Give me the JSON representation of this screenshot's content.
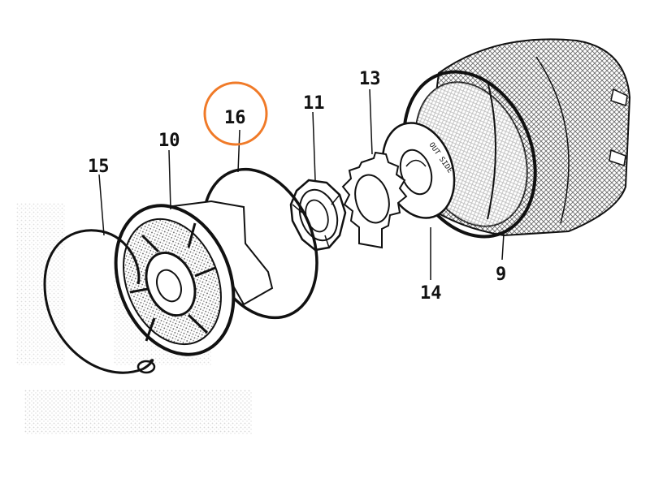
{
  "colors": {
    "ink": "#111111",
    "highlight": "#f07a28",
    "paper": "#ffffff",
    "mesh": "#6b6b6b"
  },
  "labels": {
    "part_15": "15",
    "part_10": "10",
    "part_16": "16",
    "part_11": "11",
    "part_13": "13",
    "part_14": "14",
    "part_9": "9"
  },
  "washer_text": "OUT SIDE",
  "highlighted_part": "16"
}
